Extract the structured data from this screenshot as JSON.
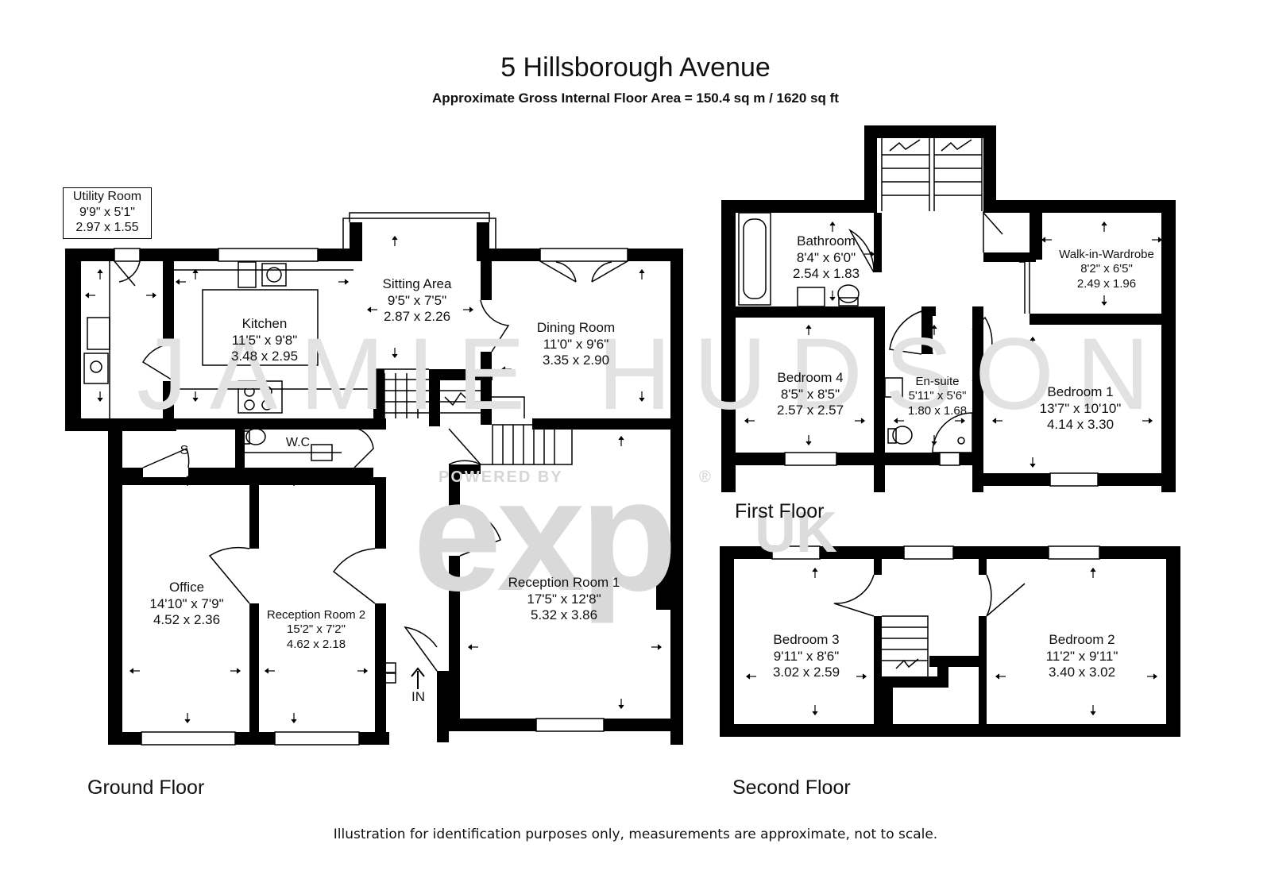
{
  "title": "5 Hillsborough Avenue",
  "subtitle": "Approximate Gross Internal Floor Area  = 150.4 sq m  / 1620 sq ft",
  "disclaimer": "Illustration for identification purposes only, measurements are approximate, not to scale.",
  "watermark": {
    "agent": "JAMIE HUDSON",
    "powered": "POWERED BY",
    "brand": "exp",
    "region": "UK",
    "reg": "®"
  },
  "entrance_label": "IN",
  "floors": {
    "ground": "Ground Floor",
    "first": "First Floor",
    "second": "Second Floor"
  },
  "rooms": {
    "utility": {
      "name": "Utility Room",
      "imperial": "9'9\" x 5'1\"",
      "metric": "2.97 x 1.55"
    },
    "kitchen": {
      "name": "Kitchen",
      "imperial": "11'5\" x 9'8\"",
      "metric": "3.48 x 2.95"
    },
    "sitting": {
      "name": "Sitting Area",
      "imperial": "9'5\" x 7'5\"",
      "metric": "2.87 x 2.26"
    },
    "dining": {
      "name": "Dining Room",
      "imperial": "11'0\" x 9'6\"",
      "metric": "3.35 x 2.90"
    },
    "wc": {
      "name": "W.C"
    },
    "store": {
      "name": "S"
    },
    "office": {
      "name": "Office",
      "imperial": "14'10\" x 7'9\"",
      "metric": "4.52 x 2.36"
    },
    "reception2": {
      "name": "Reception Room 2",
      "imperial": "15'2\" x 7'2\"",
      "metric": "4.62 x 2.18"
    },
    "reception1": {
      "name": "Reception Room 1",
      "imperial": "17'5\" x 12'8\"",
      "metric": "5.32 x 3.86"
    },
    "bathroom": {
      "name": "Bathroom",
      "imperial": "8'4\" x 6'0\"",
      "metric": "2.54 x 1.83"
    },
    "wardrobe": {
      "name": "Walk-in-Wardrobe",
      "imperial": "8'2\" x 6'5\"",
      "metric": "2.49 x 1.96"
    },
    "bedroom4": {
      "name": "Bedroom 4",
      "imperial": "8'5\" x 8'5\"",
      "metric": "2.57 x 2.57"
    },
    "ensuite": {
      "name": "En-suite",
      "imperial": "5'11\" x 5'6\"",
      "metric": "1.80 x 1.68"
    },
    "bedroom1": {
      "name": "Bedroom 1",
      "imperial": "13'7\" x 10'10\"",
      "metric": "4.14 x 3.30"
    },
    "bedroom3": {
      "name": "Bedroom 3",
      "imperial": "9'11\" x 8'6\"",
      "metric": "3.02 x 2.59"
    },
    "bedroom2": {
      "name": "Bedroom 2",
      "imperial": "11'2\" x 9'11\"",
      "metric": "3.40 x 3.02"
    }
  },
  "colors": {
    "wall": "#000000",
    "watermark": "#dcdcdc",
    "fixture": "#333333"
  }
}
